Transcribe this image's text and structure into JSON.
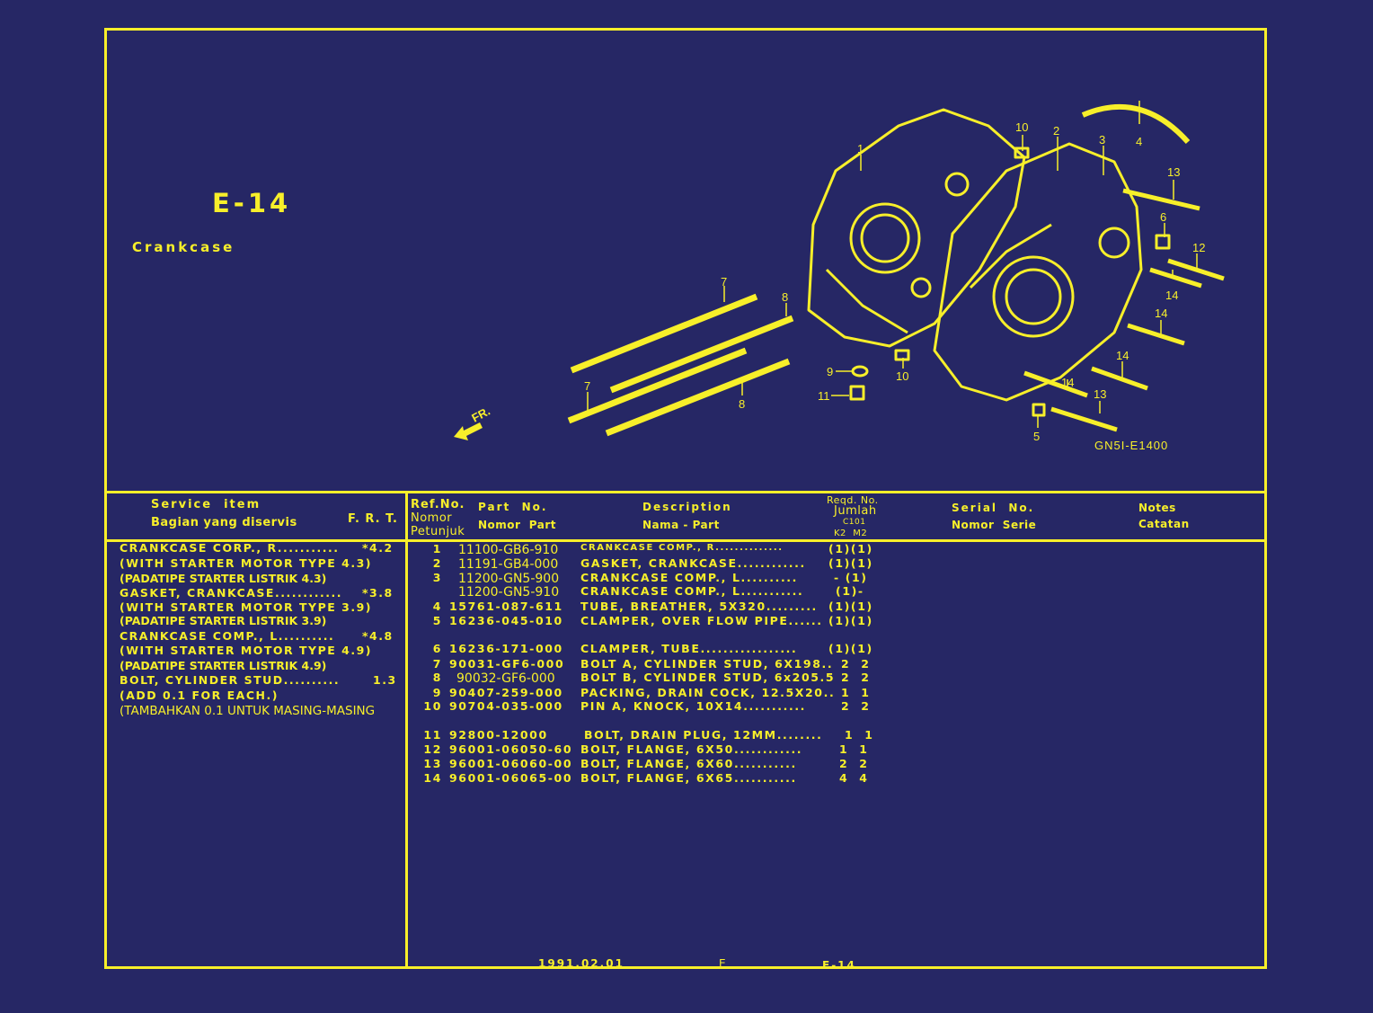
{
  "page": {
    "code": "E-14",
    "title": "Crankcase",
    "colors": {
      "background": "#262765",
      "ink": "#f7ef2a"
    }
  },
  "diagram": {
    "figure_id": "GN5I-E1400",
    "front_arrow_label": "FR.",
    "callouts": [
      "1",
      "2",
      "3",
      "4",
      "5",
      "6",
      "7",
      "7",
      "8",
      "8",
      "9",
      "10",
      "10",
      "11",
      "12",
      "13",
      "13",
      "14",
      "14",
      "14",
      "14"
    ]
  },
  "table_header": {
    "service_item_en": "Service  item",
    "service_item_id": "Bagian yang diservis",
    "frt": "F. R. T.",
    "ref_no_en": "Ref.No.",
    "ref_no_id_1": "Nomor",
    "ref_no_id_2": "Petunjuk",
    "part_no_en": "Part  No.",
    "part_no_id": "Nomor  Part",
    "description_en": "Description",
    "description_id": "Nama - Part",
    "reqd_no": "Reqd. No.",
    "jumlah": "Jumlah",
    "model_code": "C101",
    "models": "K2  M2",
    "serial_no_en": "Serial  No.",
    "serial_no_id": "Nomor  Serie",
    "notes_en": "Notes",
    "notes_id": "Catatan"
  },
  "service_items": [
    {
      "text": "CRANKCASE CORP., R...........",
      "frt": "*4.2"
    },
    {
      "text": "(WITH STARTER MOTOR TYPE 4.3)",
      "frt": ""
    },
    {
      "text": "(PADATIPE STARTER LISTRIK 4.3)",
      "frt": ""
    },
    {
      "text": "GASKET, CRANKCASE............",
      "frt": "*3.8"
    },
    {
      "text": "(WITH STARTER MOTOR TYPE 3.9)",
      "frt": ""
    },
    {
      "text": "(PADATIPE STARTER LISTRIK 3.9)",
      "frt": ""
    },
    {
      "text": "CRANKCASE COMP., L..........",
      "frt": "*4.8"
    },
    {
      "text": "(WITH STARTER MOTOR TYPE 4.9)",
      "frt": ""
    },
    {
      "text": "(PADATIPE STARTER LISTRIK 4.9)",
      "frt": ""
    },
    {
      "text": "BOLT, CYLINDER STUD..........",
      "frt": "1.3"
    },
    {
      "text": "(ADD 0.1 FOR EACH.)",
      "frt": ""
    },
    {
      "text": "(TAMBAHKAN 0.1 UNTUK MASING-MASING",
      "frt": ""
    }
  ],
  "parts": [
    {
      "ref": "1",
      "part_no": "11100-GB6-910",
      "description": "CRANKCASE COMP., R..............",
      "qty": "(1)(1)"
    },
    {
      "ref": "2",
      "part_no": "11191-GB4-000",
      "description": "GASKET, CRANKCASE............",
      "qty": "(1)(1)"
    },
    {
      "ref": "3",
      "part_no": "11200-GN5-900",
      "description": "CRANKCASE COMP., L..........",
      "qty": " - (1)"
    },
    {
      "ref": "",
      "part_no": "11200-GN5-910",
      "description": "CRANKCASE COMP., L...........",
      "qty": "(1)-"
    },
    {
      "ref": "4",
      "part_no": "15761-087-611",
      "description": "TUBE, BREATHER, 5X320.........",
      "qty": "(1)(1)"
    },
    {
      "ref": "5",
      "part_no": "16236-045-010",
      "description": "CLAMPER, OVER FLOW PIPE......",
      "qty": "(1)(1)"
    },
    {
      "ref": "6",
      "part_no": "16236-171-000",
      "description": "CLAMPER, TUBE.................",
      "qty": "(1)(1)"
    },
    {
      "ref": "7",
      "part_no": "90031-GF6-000",
      "description": "BOLT A, CYLINDER STUD, 6X198..",
      "qty": "2  2"
    },
    {
      "ref": "8",
      "part_no": "90032-GF6-000",
      "description": "BOLT B, CYLINDER STUD, 6x205.5",
      "qty": "2  2"
    },
    {
      "ref": "9",
      "part_no": "90407-259-000",
      "description": "PACKING, DRAIN COCK, 12.5X20..",
      "qty": "1  1"
    },
    {
      "ref": "10",
      "part_no": "90704-035-000",
      "description": "PIN A, KNOCK, 10X14...........",
      "qty": "2  2"
    },
    {
      "ref": "11",
      "part_no": "92800-12000",
      "description": "BOLT, DRAIN PLUG, 12MM........",
      "qty": "1  1"
    },
    {
      "ref": "12",
      "part_no": "96001-06050-60",
      "description": "BOLT, FLANGE, 6X50............",
      "qty": "1  1"
    },
    {
      "ref": "13",
      "part_no": "96001-06060-00",
      "description": "BOLT, FLANGE, 6X60...........",
      "qty": "2  2"
    },
    {
      "ref": "14",
      "part_no": "96001-06065-00",
      "description": "BOLT, FLANGE, 6X65...........",
      "qty": "4  4"
    }
  ],
  "footer": {
    "date": "1991.02.01",
    "section": "E",
    "page_code": "E-14"
  }
}
